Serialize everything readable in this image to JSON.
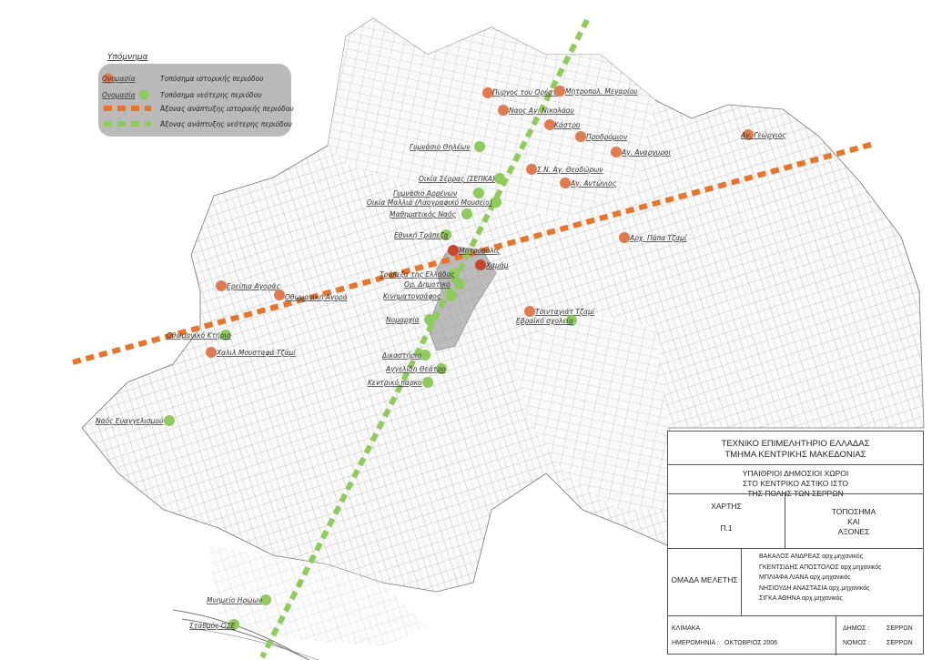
{
  "legend": {
    "title": "Υπόμνημα",
    "items": [
      {
        "swatch_label": "Ονομασία",
        "text": "Τοπόσημα ιστορικής περιόδου",
        "color": "#e07b4f"
      },
      {
        "swatch_label": "Ονομασία",
        "text": "Τοπόσημα νεότερης περιόδου",
        "color": "#8fcb5a"
      },
      {
        "text": "Άξονας ανάπτυξης ιστορικής περιόδου",
        "color": "#e8742a"
      },
      {
        "text": "Άξονας ανάπτυξης νεότερης περιόδου",
        "color": "#8fcb5a"
      }
    ]
  },
  "landmarks_historic": [
    "Πυργος του Ορέστη",
    "Ναος Αγ. Νικολάου",
    "Κάστρο",
    "Προδρόμιον",
    "Αγ. Αναργυροι",
    "Αγ. Γεώργιος",
    "Μητροπολ. Μεγαρίου",
    "Σ.Ν. Αγ. Θεοδώρων",
    "Αγ. Αντώνιος",
    "Αρχ. Πάπα Τζαμί",
    "Μητρόπολις",
    "Χαμάμ",
    "Τσινταγιάτ Τζαμί",
    "Ερείπια Αγοράς",
    "Οθωμανική Αγορά",
    "Χαλιλ Μουσταφά Τζαμί"
  ],
  "landmarks_modern": [
    "Γυμνάσιο Θηλέων",
    "Οικία Σέρρας (ΣΕΠΚΑ)",
    "Γυμνάσιο Αρρένων",
    "Οικία Μαλλιά (Λαογραφικό Μουσείο)",
    "Μαθηματικός Ναός",
    "Εθνική Τράπεζα",
    "Τράπεζα της Ελλάδος",
    "Ορ. Δημοτικό",
    "Κινηματογράφος",
    "Νομαρχία",
    "Εβραϊκό σχολείο",
    "Οθωμανικό Κτήριο",
    "Δικαστήριο",
    "Αγγελίδη Θεάτρο",
    "Κεντρικό πάρκο",
    "Ναός Ευαγγελισμού",
    "Μνημείο Ηρώων",
    "Σταθμός ΟΣΕ"
  ],
  "title_block": {
    "org_line1": "ΤΕΧΝΙΚΟ ΕΠΙΜΕΛΗΤΗΡΙΟ ΕΛΛΑΔΑΣ",
    "org_line2": "ΤΜΗΜΑ ΚΕΝΤΡΙΚΗΣ ΜΑΚΕΔΟΝΙΑΣ",
    "project_line1": "ΥΠΑΙΘΡΙΟΙ ΔΗΜΟΣΙΟΙ ΧΩΡΟΙ",
    "project_line2": "ΣΤΟ ΚΕΝΤΡΙΚΟ ΑΣΤΙΚΟ ΙΣΤΟ",
    "project_line3": "ΤΗΣ ΠΟΛΗΣ ΤΩΝ ΣΕΡΡΩΝ",
    "map_label": "ΧΑΡΤΗΣ",
    "map_number": "Π.1",
    "theme_line1": "ΤΟΠΟΣΗΜΑ",
    "theme_line2": "ΚΑΙ",
    "theme_line3": "ΑΞΟΝΕΣ",
    "team_label": "ΟΜΑΔΑ ΜΕΛΕΤΗΣ",
    "team": [
      {
        "name": "ΒΑΚΑΛΟΣ ΑΝΔΡΕΑΣ",
        "role": "αρχ.μηχανικός"
      },
      {
        "name": "ΓΚΕΝΤΣΙΔΗΣ ΑΠΟΣΤΟΛΟΣ",
        "role": "αρχ.μηχανικός"
      },
      {
        "name": "ΜΠΛΙΑΦΑ ΛΙΑΝΑ",
        "role": "αρχ.μηχανικός"
      },
      {
        "name": "ΝΗΣΙΟΥΔΗ ΑΝΑΣΤΑΣΙΑ",
        "role": "αρχ.μηχανικός"
      },
      {
        "name": "ΣΙΓΚΑ ΑΘΗΝΑ",
        "role": "αρχ.μηχανικός"
      }
    ],
    "scale_label": "ΚΛΙΜΑΚΑ",
    "date_label": "ΗΜΕΡΟΜΗΝΙΑ :",
    "date_value": "ΟΚΤΩΒΡΙΟΣ 2006",
    "municipality_label": "ΔΗΜΟΣ :",
    "municipality_value": "ΣΕΡΡΩΝ",
    "prefecture_label": "ΝΟΜΟΣ :",
    "prefecture_value": "ΣΕΡΡΩΝ"
  }
}
